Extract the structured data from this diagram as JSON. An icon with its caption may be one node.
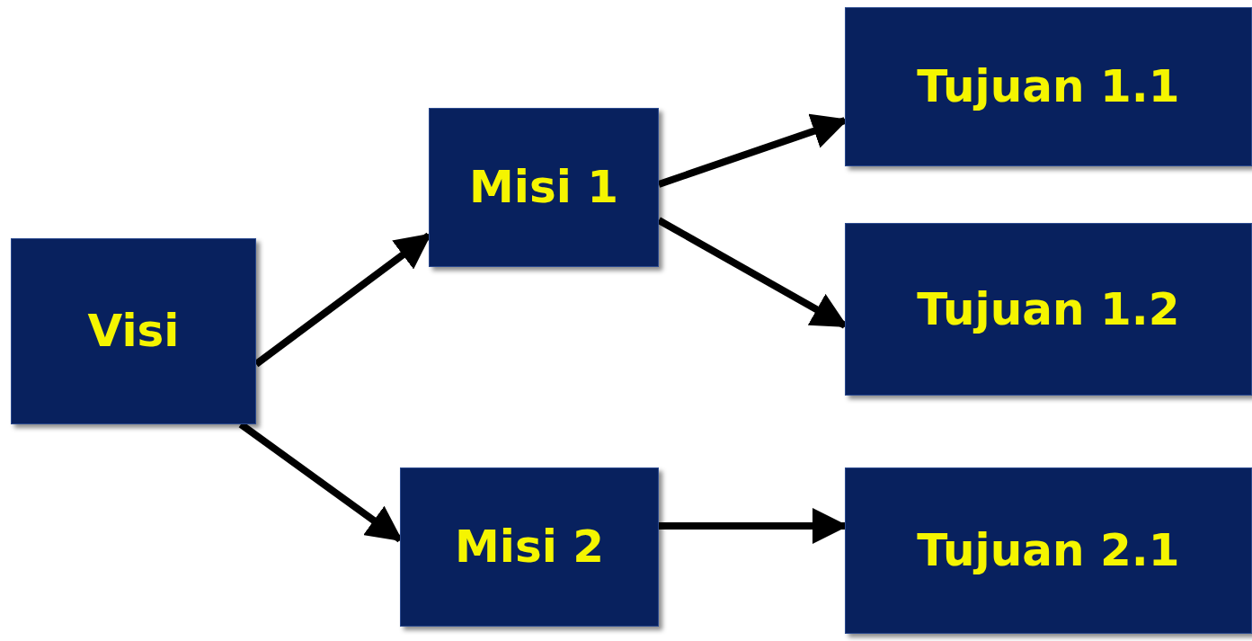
{
  "diagram": {
    "nodes": [
      {
        "text": [
          "Visi"
        ]
      },
      {
        "text": [
          "Misi 1"
        ]
      },
      {
        "text": [
          "Misi 2"
        ]
      },
      {
        "text": [
          "Tujuan 1.1"
        ]
      },
      {
        "text": [
          "Tujuan 1.2"
        ]
      },
      {
        "text": [
          "Tujuan 2.1"
        ]
      }
    ],
    "edges": [
      {
        "from": 0,
        "to": 1,
        "arrow": "to"
      },
      {
        "from": 0,
        "to": 2,
        "arrow": "to"
      },
      {
        "from": 1,
        "to": 3,
        "arrow": "to"
      },
      {
        "from": 1,
        "to": 4,
        "arrow": "to"
      },
      {
        "from": 2,
        "to": 5,
        "arrow": "to"
      }
    ]
  }
}
